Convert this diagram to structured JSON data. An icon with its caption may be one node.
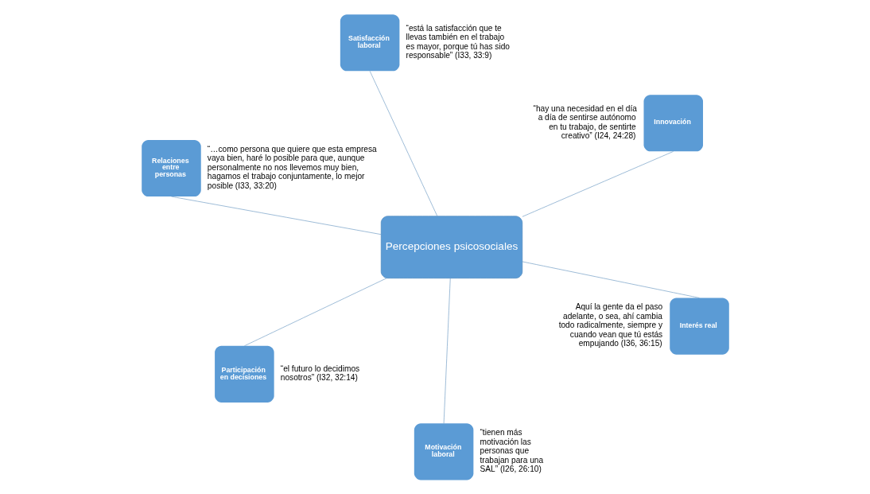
{
  "diagram": {
    "nodes": [
      {
        "text": [
          "Relaciones entre personas"
        ],
        "beside": [
          "“…como persona que quiere que esta empresa vaya bien, haré lo posible para que, aunque personalmente no nos llevemos muy bien, hagamos el trabajo conjuntamente, lo mejor posible (I33, 33:20)"
        ]
      },
      {
        "text": [
          "Interés real"
        ],
        "beside": [
          "Aquí la gente da el paso adelante, o sea, ahí cambia todo radicalmente, siempre y cuando vean que tú estás empujando (I36, 36:15)"
        ]
      },
      {
        "text": [
          "Motivación laboral"
        ],
        "beside": [
          "“tienen más motivación las personas que trabajan para una SAL” (I26, 26:10)"
        ]
      },
      {
        "text": [
          "Percepciones psicosociales"
        ]
      },
      {
        "text": [
          "Innovación"
        ],
        "beside": [
          "“hay una necesidad en el día a día de sentirse autónomo en tu trabajo, de sentirte creativo” (I24, 24:28)"
        ]
      },
      {
        "text": [
          "Satisfacción laboral"
        ],
        "beside": [
          "“está la satisfacción que te llevas también en el trabajo es mayor, porque tú has sido responsable” (I33, 33:9)"
        ]
      },
      {
        "text": [
          "Participación en decisiones"
        ],
        "beside": [
          "“el futuro lo decidimos nosotros” (I32, 32:14)"
        ]
      }
    ],
    "edges": [
      {
        "from": 3,
        "to": 0,
        "arrow": "none"
      },
      {
        "from": 3,
        "to": 1,
        "arrow": "none"
      },
      {
        "from": 3,
        "to": 2,
        "arrow": "none"
      },
      {
        "from": 3,
        "to": 4,
        "arrow": "none"
      },
      {
        "from": 3,
        "to": 5,
        "arrow": "none"
      },
      {
        "from": 3,
        "to": 6,
        "arrow": "none"
      }
    ]
  }
}
